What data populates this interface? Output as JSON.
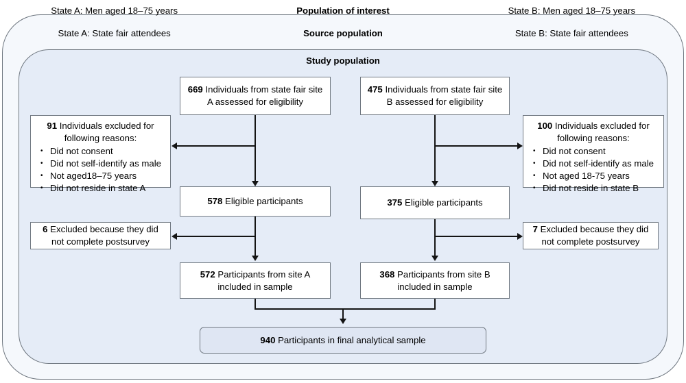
{
  "bands": [
    {
      "id": "population-of-interest",
      "left": "State A: Men aged 18–75 years",
      "mid": "Population of interest",
      "right": "State B: Men aged 18–75 years"
    },
    {
      "id": "source-population",
      "left": "State A: State fair attendees",
      "mid": "Source population",
      "right": "State B: State fair attendees"
    },
    {
      "id": "study-population",
      "left": "",
      "mid": "Study population",
      "right": ""
    }
  ],
  "flow": {
    "assessed_a": {
      "count": "669",
      "text": " Individuals from state fair site A assessed for eligibility"
    },
    "assessed_b": {
      "count": "475",
      "text": " Individuals from state fair site B assessed for eligibility"
    },
    "eligible_a": {
      "count": "578",
      "text": " Eligible participants"
    },
    "eligible_b": {
      "count": "375",
      "text": " Eligible participants"
    },
    "included_a": {
      "count": "572",
      "text": " Participants from site A included in sample"
    },
    "included_b": {
      "count": "368",
      "text": " Participants from site B included in sample"
    },
    "final": {
      "count": "940",
      "text": " Participants in final analytical sample"
    }
  },
  "exclusions": {
    "a": {
      "count": "91",
      "text": " Individuals excluded for following reasons:",
      "reasons": [
        "Did not consent",
        "Did not self-identify as male",
        "Not aged18–75 years",
        "Did not reside in state A"
      ]
    },
    "b": {
      "count": "100",
      "text": " Individuals excluded for following reasons:",
      "reasons": [
        "Did not consent",
        "Did not self-identify as male",
        "Not aged 18-75 years",
        "Did not reside in state B"
      ]
    },
    "postsurvey_a": {
      "count": "6",
      "text": " Excluded because they did not complete postsurvey"
    },
    "postsurvey_b": {
      "count": "7",
      "text": " Excluded because they did not complete postsurvey"
    }
  },
  "colors": {
    "outer_container_fill": "#f5f8fc",
    "inner_container_fill": "#e5ecf7",
    "container_border": "#6f7780",
    "box_fill": "#ffffff",
    "final_box_fill": "#dfe6f3",
    "connector": "#141414"
  }
}
